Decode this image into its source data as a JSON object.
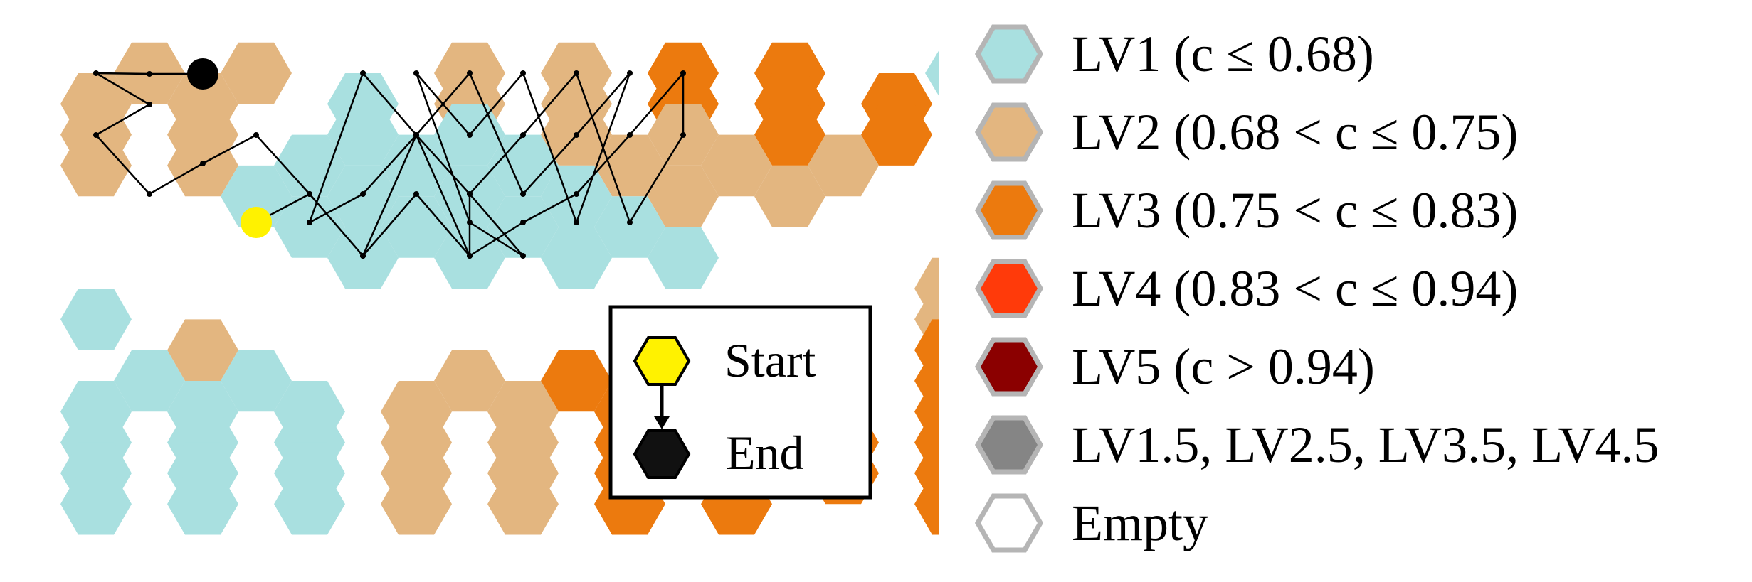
{
  "map": {
    "start_marker_color": "#FFF200",
    "end_marker_color": "#000000",
    "path_color": "#000000"
  },
  "inset_legend": {
    "start_label": "Start",
    "end_label": "End",
    "start_color": "#FFF200",
    "end_color": "#111111"
  },
  "legend": {
    "items": [
      {
        "label": "LV1 (c ≤ 0.68)",
        "color": "#A9E0E0"
      },
      {
        "label": "LV2 (0.68 < c ≤ 0.75)",
        "color": "#E3B680"
      },
      {
        "label": "LV3 (0.75 < c ≤ 0.83)",
        "color": "#EC7A0E"
      },
      {
        "label": "LV4 (0.83 < c ≤ 0.94)",
        "color": "#FF3A0A"
      },
      {
        "label": "LV5 (c > 0.94)",
        "color": "#8B0000"
      },
      {
        "label": "LV1.5, LV2.5, LV3.5, LV4.5",
        "color": "#858585"
      },
      {
        "label": "Empty",
        "color": "#FFFFFF"
      }
    ]
  }
}
